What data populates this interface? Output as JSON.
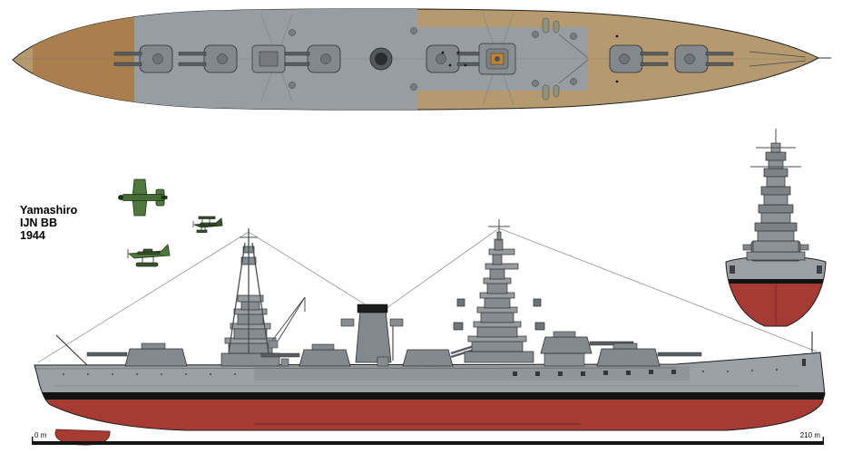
{
  "title": {
    "ship_name": "Yamashiro",
    "ship_type": "IJN BB",
    "year": "1944"
  },
  "scale_bar": {
    "start_label": "0 m",
    "end_label": "210 m"
  },
  "colors": {
    "deck_tan": "#b49a6e",
    "deck_brown": "#a97f4e",
    "structure_gray": "#878c90",
    "hull_gray": "#9aa0a3",
    "hull_red": "#a63b34",
    "boot_black": "#121212",
    "funnel_dark": "#1c1c1c",
    "aircraft_green": "#4d7a3c",
    "outline": "#222222"
  }
}
